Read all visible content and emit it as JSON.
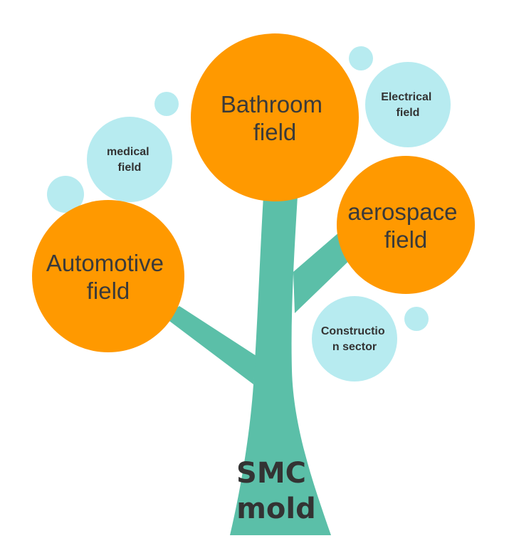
{
  "colors": {
    "trunk": "#5bbfa8",
    "big_circle": "#ff9900",
    "small_circle": "#b7ebf0",
    "big_text": "#3a3a3a",
    "small_text": "#333333",
    "trunk_text": "#333333"
  },
  "trunk": {
    "label_lines": [
      "SMC",
      "mold"
    ]
  },
  "big_nodes": [
    {
      "id": "bathroom",
      "label_lines": [
        "Bathroom",
        "field"
      ]
    },
    {
      "id": "aerospace",
      "label_lines": [
        "aerospace",
        "field"
      ]
    },
    {
      "id": "automotive",
      "label_lines": [
        "Automotive",
        "field"
      ]
    }
  ],
  "small_nodes": [
    {
      "id": "electrical",
      "label_lines": [
        "Electrical",
        "field"
      ]
    },
    {
      "id": "medical",
      "label_lines": [
        "medical",
        "field"
      ]
    },
    {
      "id": "construction",
      "label_lines": [
        "Constructio",
        "n sector"
      ]
    }
  ]
}
